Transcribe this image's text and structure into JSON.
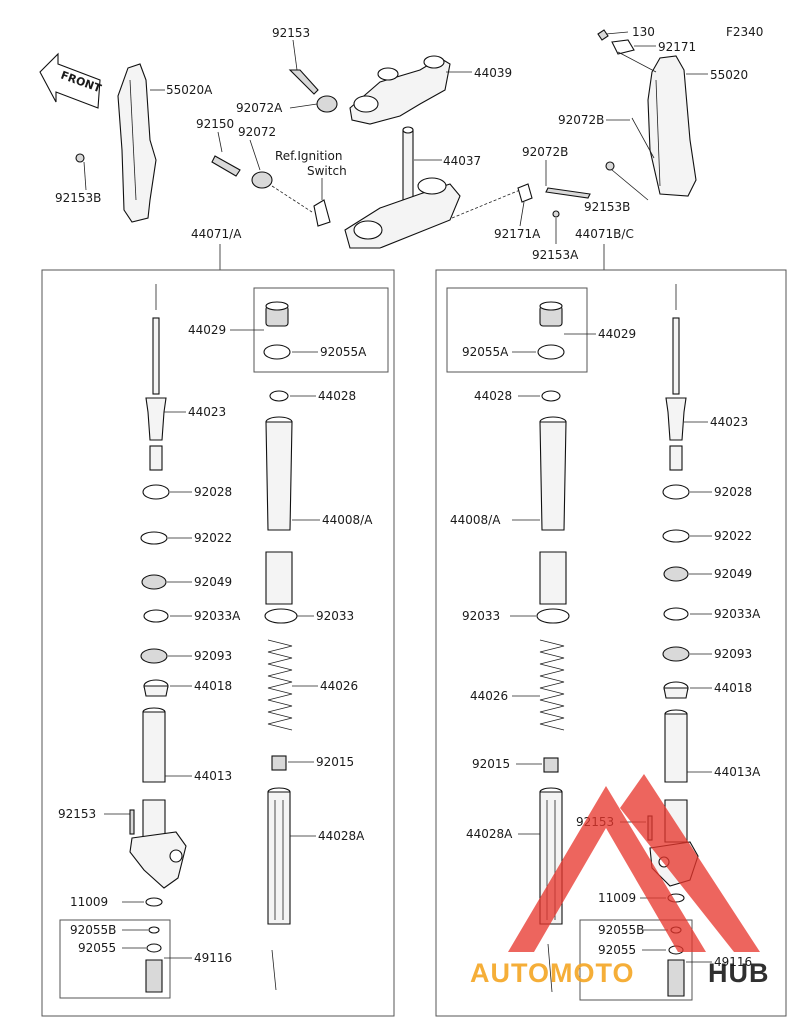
{
  "code": "F2340",
  "front_text": "FRONT",
  "ignition_note": [
    "Ref.Ignition",
    "Switch"
  ],
  "assemblies": {
    "left": "44071/A",
    "right": "44071B/C"
  },
  "labels": {
    "p92153_top": "92153",
    "p44039": "44039",
    "p55020A": "55020A",
    "p92072A": "92072A",
    "p92150": "92150",
    "p92072": "92072",
    "p44037": "44037",
    "p92153B_l": "92153B",
    "p130": "130",
    "p92171": "92171",
    "p55020": "55020",
    "p92072B_a": "92072B",
    "p92072B_b": "92072B",
    "p92153B_r": "92153B",
    "p92171A": "92171A",
    "p92153A": "92153A"
  },
  "left_parts": [
    "44029",
    "92055A",
    "44028",
    "44023",
    "44008/A",
    "92028",
    "92022",
    "92049",
    "92033A",
    "92033",
    "92093",
    "44026",
    "44018",
    "44013",
    "92015",
    "92153",
    "44028A",
    "11009",
    "92055B",
    "92055",
    "49116"
  ],
  "right_parts": [
    "44029",
    "92055A",
    "44028",
    "44023",
    "44008/A",
    "92028",
    "92022",
    "92049",
    "92033",
    "92033A",
    "92093",
    "44026",
    "44018",
    "92015",
    "44013A",
    "92153",
    "44028A",
    "11009",
    "92055B",
    "92055",
    "49116"
  ],
  "watermark": {
    "part1": "AUTOMOTO",
    "part2": "HUB",
    "color1": "#f5a623",
    "color2": "#1a1a1a",
    "triangle": "#e8362d"
  }
}
